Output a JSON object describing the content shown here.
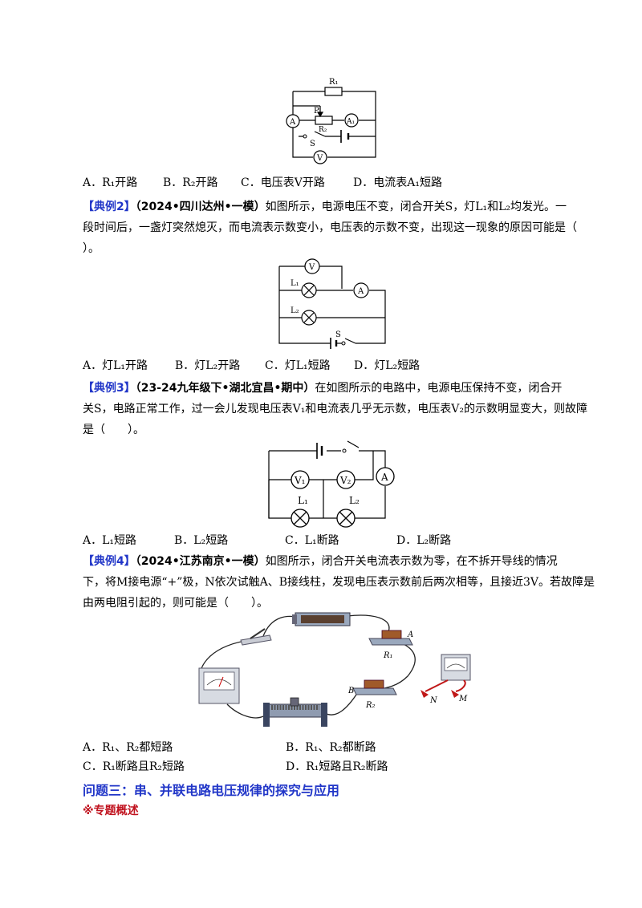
{
  "q1": {
    "options": [
      "A．R₁开路",
      "B．R₂开路",
      "C．电压表V开路",
      "D．电流表A₁短路"
    ],
    "figure": {
      "r1": "R₁",
      "p": "P",
      "r2": "R₂",
      "a": "A",
      "a1": "A₁",
      "s": "S",
      "v": "V"
    }
  },
  "q2": {
    "tag": "【典例2】",
    "source": "（2024•四川达州•一模）",
    "text_line1": "如图所示，电源电压不变，闭合开关S，灯L₁和L₂均发光。一",
    "text_line2": "段时间后，一盏灯突然熄灭，而电流表示数变小，电压表的示数不变，出现这一现象的原因可能是（",
    "text_line3": "）。",
    "options": [
      "A．灯L₁开路",
      "B．灯L₂开路",
      "C．灯L₁短路",
      "D．灯L₂短路"
    ],
    "figure": {
      "v": "V",
      "l1": "L₁",
      "a": "A",
      "l2": "L₂",
      "s": "S"
    }
  },
  "q3": {
    "tag": "【典例3】",
    "source": "（23-24九年级下•湖北宜昌•期中）",
    "text_line1": "在如图所示的电路中，电源电压保持不变，闭合开",
    "text_line2": "关S，电路正常工作，过一会儿发现电压表V₁和电流表几乎无示数，电压表V₂的示数明显变大，则故障",
    "text_line3": "是（　　）。",
    "options": [
      "A．L₁短路",
      "B．L₂短路",
      "C．L₁断路",
      "D．L₂断路"
    ],
    "figure": {
      "v1": "V₁",
      "v2": "V₂",
      "a": "A",
      "l1": "L₁",
      "l2": "L₂"
    }
  },
  "q4": {
    "tag": "【典例4】",
    "source": "（2024•江苏南京•一模）",
    "text_line1": "如图所示，闭合开关电流表示数为零，在不拆开导线的情况",
    "text_line2": "下，将M接电源“+”极，N依次试触A、B接线柱，发现电压表示数前后两次相等，且接近3V。若故障是",
    "text_line3": "由两电阻引起的，则可能是（　　）。",
    "options": [
      "A．R₁、R₂都短路",
      "B．R₁、R₂都断路",
      "C．R₁断路且R₂短路",
      "D．R₁短路且R₂断路"
    ],
    "figure": {
      "a": "A",
      "b": "B",
      "r1": "R₁",
      "r2": "R₂",
      "n": "N",
      "m": "M"
    }
  },
  "section": {
    "heading": "问题三：串、并联电路电压规律的探究与应用",
    "subheading": "※专题概述"
  }
}
